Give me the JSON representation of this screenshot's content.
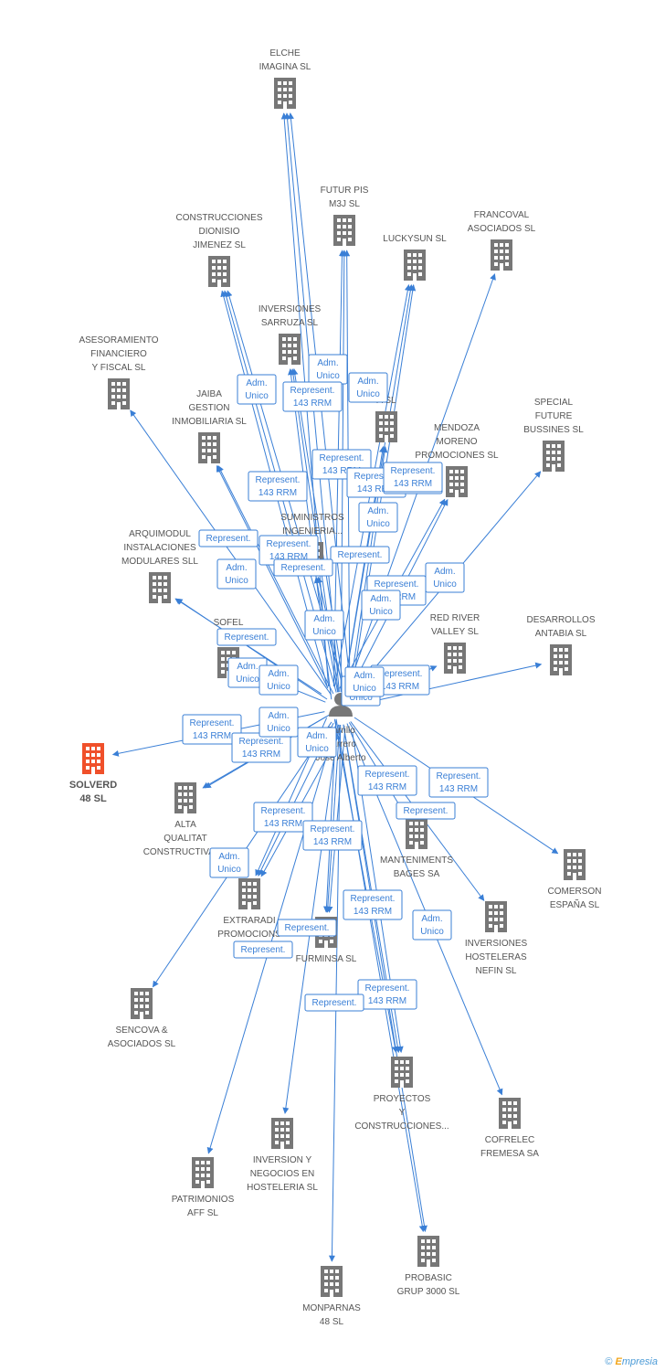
{
  "colors": {
    "edge": "#3a7fd6",
    "building": "#777777",
    "highlight": "#f0502a",
    "label": "#555555"
  },
  "center": {
    "icon": "person-icon",
    "lines": [
      "Carrillo",
      "Carrero",
      "Jose Alberto"
    ]
  },
  "companies": [
    {
      "id": "elche",
      "lines": [
        "ELCHE",
        "IMAGINA SL"
      ]
    },
    {
      "id": "futur",
      "lines": [
        "FUTUR PIS",
        "M3J SL"
      ]
    },
    {
      "id": "construcciones_dionisio",
      "lines": [
        "CONSTRUCCIONES",
        "DIONISIO",
        "JIMENEZ SL"
      ]
    },
    {
      "id": "luckysun",
      "lines": [
        "LUCKYSUN SL"
      ]
    },
    {
      "id": "francoval",
      "lines": [
        "FRANCOVAL",
        "ASOCIADOS SL"
      ]
    },
    {
      "id": "inversiones_sarruza",
      "lines": [
        "INVERSIONES",
        "SARRUZA SL"
      ]
    },
    {
      "id": "asesoramiento",
      "lines": [
        "ASESORAMIENTO",
        "FINANCIERO",
        "Y FISCAL SL"
      ]
    },
    {
      "id": "jaiba",
      "lines": [
        "JAIBA",
        "GESTION",
        "INMOBILIARIA SL"
      ]
    },
    {
      "id": "a_sl",
      "lines": [
        "A SL"
      ]
    },
    {
      "id": "special_future",
      "lines": [
        "SPECIAL",
        "FUTURE",
        "BUSSINES SL"
      ]
    },
    {
      "id": "mendoza",
      "lines": [
        "MENDOZA",
        "MORENO",
        "PROMOCIONES SL"
      ]
    },
    {
      "id": "suministros",
      "lines": [
        "SUMINISTROS",
        "INGENIERIA..."
      ]
    },
    {
      "id": "arquimodul",
      "lines": [
        "ARQUIMODUL",
        "INSTALACIONES",
        "MODULARES SLL"
      ]
    },
    {
      "id": "sofel",
      "lines": [
        "SOFEL",
        "DIR"
      ]
    },
    {
      "id": "red_river",
      "lines": [
        "RED RIVER",
        "VALLEY SL"
      ]
    },
    {
      "id": "desarrollos",
      "lines": [
        "DESARROLLOS",
        "ANTABIA SL"
      ]
    },
    {
      "id": "solverd",
      "lines": [
        "SOLVERD",
        "48 SL"
      ],
      "highlight": true
    },
    {
      "id": "alta",
      "lines": [
        "ALTA",
        "QUALITAT",
        "CONSTRUCTIVA SL"
      ]
    },
    {
      "id": "manteniments",
      "lines": [
        "MANTENIMENTS",
        "BAGES SA"
      ]
    },
    {
      "id": "comerson",
      "lines": [
        "COMERSON",
        "ESPAÑA SL"
      ]
    },
    {
      "id": "extraradi",
      "lines": [
        "EXTRARADI",
        "PROMOCIONS"
      ]
    },
    {
      "id": "furminsa",
      "lines": [
        "FURMINSA SL"
      ]
    },
    {
      "id": "inversiones_hosteleras",
      "lines": [
        "INVERSIONES",
        "HOSTELERAS",
        "NEFIN SL"
      ]
    },
    {
      "id": "sencova",
      "lines": [
        "SENCOVA &",
        "ASOCIADOS SL"
      ]
    },
    {
      "id": "proyectos",
      "lines": [
        "PROYECTOS",
        "Y",
        "CONSTRUCCIONES..."
      ]
    },
    {
      "id": "cofrelec",
      "lines": [
        "COFRELEC",
        "FREMESA SA"
      ]
    },
    {
      "id": "inversion_negocios",
      "lines": [
        "INVERSION Y",
        "NEGOCIOS EN",
        "HOSTELERIA SL"
      ]
    },
    {
      "id": "patrimonios",
      "lines": [
        "PATRIMONIOS",
        "AFF SL"
      ]
    },
    {
      "id": "probasic",
      "lines": [
        "PROBASIC",
        "GRUP 3000 SL"
      ]
    },
    {
      "id": "monparnas",
      "lines": [
        "MONPARNAS",
        "48 SL"
      ]
    }
  ],
  "relations": [
    {
      "lines": [
        "Adm.",
        "Unico"
      ]
    },
    {
      "lines": [
        "Adm.",
        "Unico"
      ]
    },
    {
      "lines": [
        "Adm.",
        "Unico"
      ]
    },
    {
      "lines": [
        "Represent.",
        "143 RRM"
      ]
    },
    {
      "lines": [
        "Represent.",
        "143 RRM"
      ]
    },
    {
      "lines": [
        "Represent.",
        "143 RRM"
      ]
    },
    {
      "lines": [
        "Represent.",
        "143 RRM"
      ]
    },
    {
      "lines": [
        "Represent.",
        "143 RRM"
      ]
    },
    {
      "lines": [
        "Represent.",
        "143 RRM"
      ]
    },
    {
      "lines": [
        "Represent.",
        "143 RRM"
      ]
    },
    {
      "lines": [
        "Adm.",
        "Unico"
      ]
    },
    {
      "lines": [
        "Represent."
      ]
    },
    {
      "lines": [
        "Adm.",
        "Unico"
      ]
    },
    {
      "lines": [
        "Represent."
      ]
    },
    {
      "lines": [
        "Adm.",
        "Unico"
      ]
    },
    {
      "lines": [
        "Represent.",
        "143 RRM"
      ]
    },
    {
      "lines": [
        "Adm.",
        "Unico"
      ]
    },
    {
      "lines": [
        "Adm.",
        "Unico"
      ]
    },
    {
      "lines": [
        "Adm.",
        "Unico"
      ]
    },
    {
      "lines": [
        "Represent."
      ]
    },
    {
      "lines": [
        "Adm.",
        "Unico"
      ]
    },
    {
      "lines": [
        "Adm.",
        "Unico"
      ]
    },
    {
      "lines": [
        "Represent.",
        "143 RRM"
      ]
    },
    {
      "lines": [
        "Represent."
      ]
    },
    {
      "lines": [
        "Adm.",
        "Unico"
      ]
    },
    {
      "lines": [
        "Represent.",
        "143 RRM"
      ]
    },
    {
      "lines": [
        "Represent.",
        "143 RRM"
      ]
    },
    {
      "lines": [
        "Adm.",
        "Unico"
      ]
    },
    {
      "lines": [
        "Adm.",
        "Unico"
      ]
    },
    {
      "lines": [
        "Represent.",
        "143 RRM"
      ]
    },
    {
      "lines": [
        "Represent.",
        "143 RRM"
      ]
    },
    {
      "lines": [
        "Represent."
      ]
    },
    {
      "lines": [
        "Represent.",
        "143 RRM"
      ]
    },
    {
      "lines": [
        "Represent.",
        "143 RRM"
      ]
    },
    {
      "lines": [
        "Adm.",
        "Unico"
      ]
    },
    {
      "lines": [
        "Represent.",
        "143 RRM"
      ]
    },
    {
      "lines": [
        "Represent."
      ]
    },
    {
      "lines": [
        "Represent."
      ]
    },
    {
      "lines": [
        "Adm.",
        "Unico"
      ]
    },
    {
      "lines": [
        "Represent."
      ]
    },
    {
      "lines": [
        "Represent.",
        "143 RRM"
      ]
    }
  ],
  "footer": {
    "copyright": "©",
    "brand_first": "E",
    "brand_rest": "mpresia"
  }
}
